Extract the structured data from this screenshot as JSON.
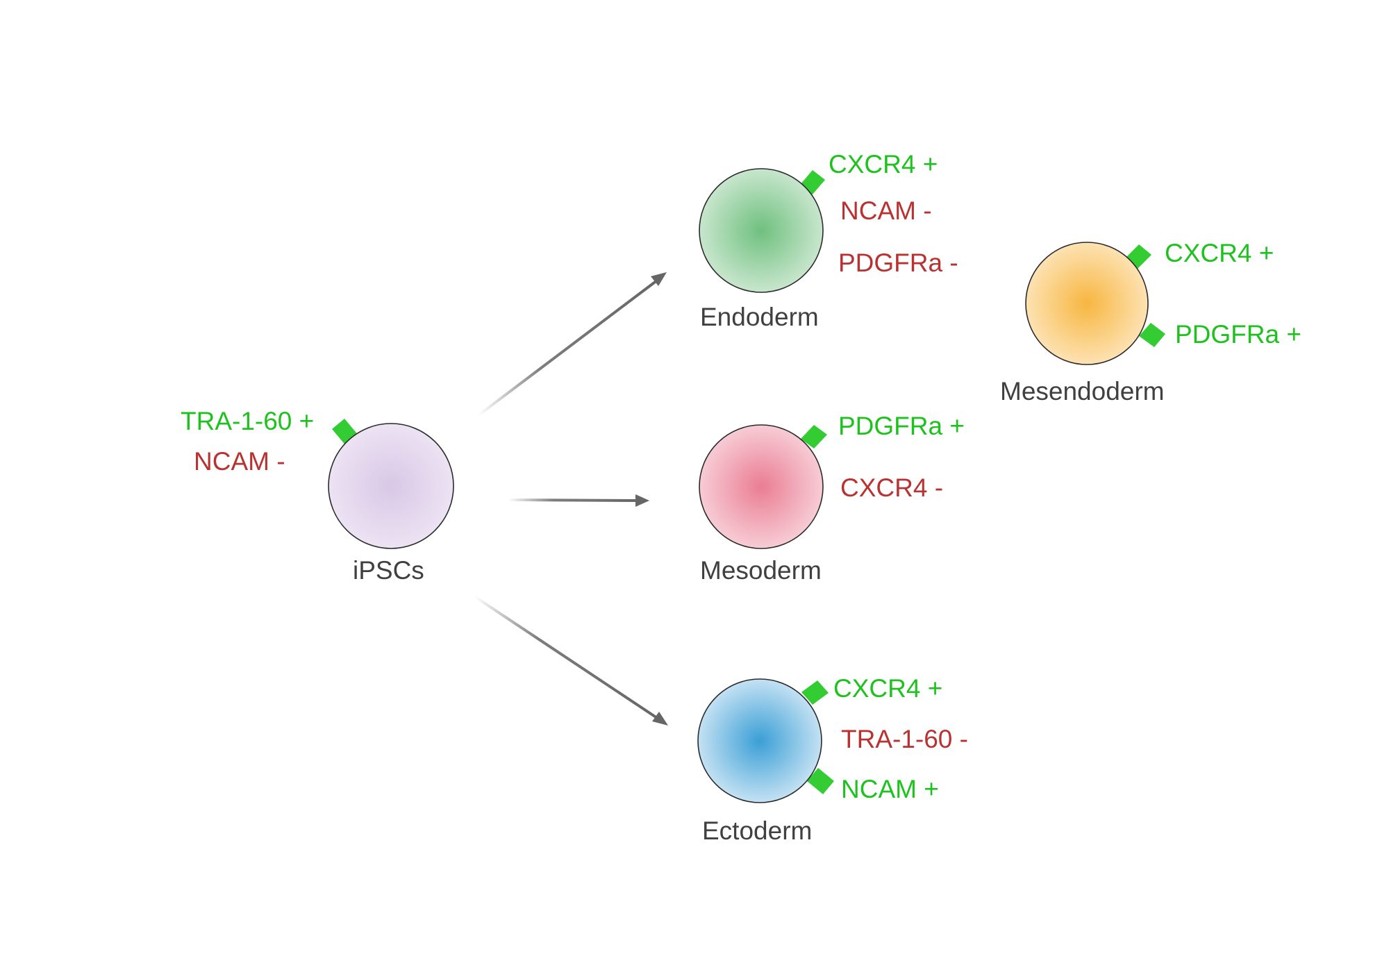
{
  "colors": {
    "positive": "#1ec21e",
    "negative": "#b83232",
    "receptor": "#33cc33",
    "arrow": "#666666",
    "label": "#404040"
  },
  "cells": {
    "ipscs": {
      "label": "iPSCs",
      "center_color": "#d8c7e6",
      "edge_color": "#ece3f3",
      "markers": [
        {
          "text": "TRA-1-60 +",
          "sign": "positive"
        },
        {
          "text": "NCAM -",
          "sign": "negative"
        }
      ]
    },
    "endoderm": {
      "label": "Endoderm",
      "center_color": "#6fc07f",
      "edge_color": "#c8e6cd",
      "markers": [
        {
          "text": "CXCR4 +",
          "sign": "positive"
        },
        {
          "text": "NCAM -",
          "sign": "negative"
        },
        {
          "text": "PDGFRa -",
          "sign": "negative"
        }
      ]
    },
    "mesoderm": {
      "label": "Mesoderm",
      "center_color": "#ea7d93",
      "edge_color": "#f7ccd5",
      "markers": [
        {
          "text": "PDGFRa +",
          "sign": "positive"
        },
        {
          "text": "CXCR4 -",
          "sign": "negative"
        }
      ]
    },
    "ectoderm": {
      "label": "Ectoderm",
      "center_color": "#3a9fd6",
      "edge_color": "#c4e1f3",
      "markers": [
        {
          "text": "CXCR4 +",
          "sign": "positive"
        },
        {
          "text": "TRA-1-60 -",
          "sign": "negative"
        },
        {
          "text": "NCAM +",
          "sign": "positive"
        }
      ]
    },
    "mesendoderm": {
      "label": "Mesendoderm",
      "center_color": "#f7b640",
      "edge_color": "#fde2b3",
      "markers": [
        {
          "text": "CXCR4 +",
          "sign": "positive"
        },
        {
          "text": "PDGFRa +",
          "sign": "positive"
        }
      ]
    }
  },
  "arrows": [
    {
      "from": "iPSCs",
      "to": "Endoderm"
    },
    {
      "from": "iPSCs",
      "to": "Mesoderm"
    },
    {
      "from": "iPSCs",
      "to": "Ectoderm"
    }
  ]
}
